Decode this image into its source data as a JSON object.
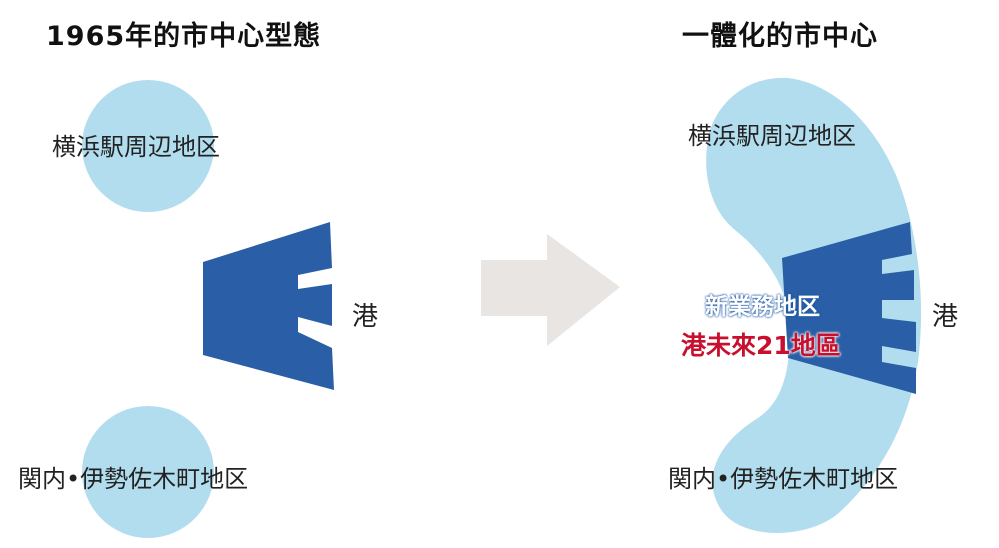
{
  "left_panel": {
    "title": "1965年的市中心型態",
    "station_area": "横浜駅周辺地区",
    "port": "港",
    "kannai_area": "関内•伊勢佐木町地区"
  },
  "right_panel": {
    "title": "一體化的市中心",
    "station_area": "横浜駅周辺地区",
    "new_business": "新業務地区",
    "minatomirai": "港未來21地區",
    "port": "港",
    "kannai_area": "関内•伊勢佐木町地区"
  },
  "colors": {
    "light_blue": "#b2ddee",
    "dark_blue": "#2a5ea6",
    "arrow_gray": "#e8e5e2",
    "highlight_red": "#c8102e"
  },
  "icons": {
    "transition_arrow": "arrow-right-icon"
  }
}
